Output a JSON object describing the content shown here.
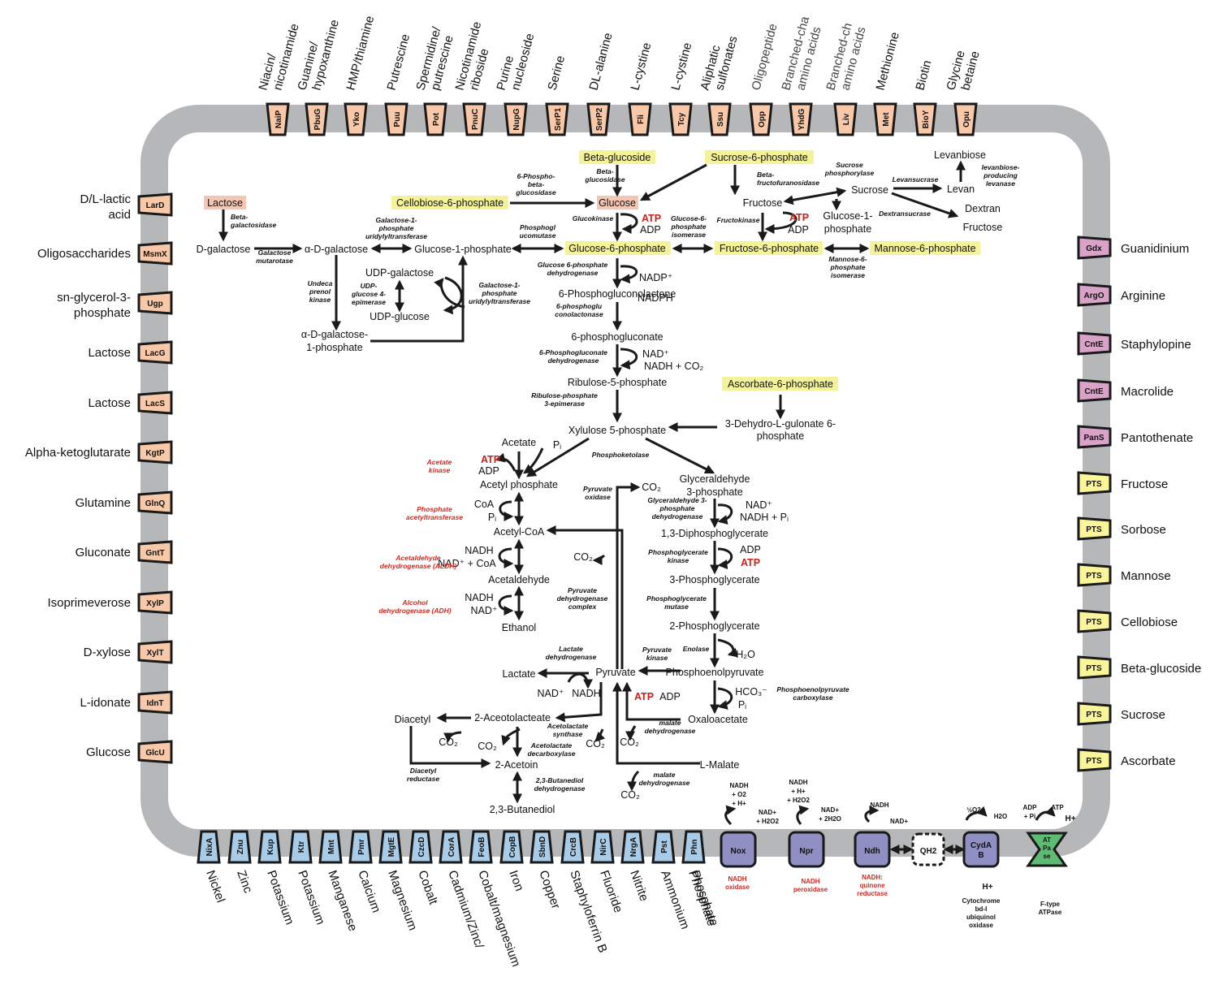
{
  "colors": {
    "membrane": "#b6b7b9",
    "importer_salmon": "#f8c8a8",
    "transporter_pink": "#dba2c9",
    "pts_yellow": "#fbf59a",
    "exporter_blue": "#a8cbe8",
    "complex_purple": "#8f8fc4",
    "atpase_green": "#5dbb74",
    "highlight_yellow": "#f4f39a",
    "highlight_pink": "#f4c6b4",
    "red_label": "#d0281e"
  },
  "top_transporters": [
    {
      "code": "NaiP",
      "substrate": [
        "Niacin/",
        "nicotinamide"
      ]
    },
    {
      "code": "PbuG",
      "substrate": [
        "Guanine/",
        "hypoxanthine"
      ]
    },
    {
      "code": "Yko",
      "substrate": [
        "HMP/thiamine"
      ]
    },
    {
      "code": "Puu",
      "substrate": [
        "Putrescine"
      ]
    },
    {
      "code": "Pot",
      "substrate": [
        "Spermidine/",
        "putrescine"
      ]
    },
    {
      "code": "PnuC",
      "substrate": [
        "Nicotinamide",
        "riboside"
      ]
    },
    {
      "code": "NupG",
      "substrate": [
        "Purine",
        "nucleoside"
      ]
    },
    {
      "code": "SerP1",
      "substrate": [
        "Serine"
      ]
    },
    {
      "code": "SerP2",
      "substrate": [
        "DL-alanine"
      ]
    },
    {
      "code": "Fli",
      "substrate": [
        "L-cystine"
      ]
    },
    {
      "code": "Tcy",
      "substrate": [
        "L-cystine"
      ]
    },
    {
      "code": "Ssu",
      "substrate": [
        "Aliphatic",
        "sulfonates"
      ]
    },
    {
      "code": "Opp",
      "substrate": [
        "Oligopeptide"
      ]
    },
    {
      "code": "YhdG",
      "substrate": [
        "Branched-cha",
        "amino acids"
      ]
    },
    {
      "code": "Liv",
      "substrate": [
        "Branched-ch",
        "amino acids"
      ]
    },
    {
      "code": "Met",
      "substrate": [
        "Methionine"
      ]
    },
    {
      "code": "BioY",
      "substrate": [
        "Biotin"
      ]
    },
    {
      "code": "Opu",
      "substrate": [
        "Glycine",
        "betaine"
      ]
    }
  ],
  "left_transporters": [
    {
      "code": "LarD",
      "substrate": [
        "D/L-lactic",
        "acid"
      ]
    },
    {
      "code": "MsmX",
      "substrate": [
        "Oligosaccharides"
      ]
    },
    {
      "code": "Ugp",
      "substrate": [
        "sn-glycerol-3-",
        "phosphate"
      ]
    },
    {
      "code": "LacG",
      "substrate": [
        "Lactose"
      ]
    },
    {
      "code": "LacS",
      "substrate": [
        "Lactose"
      ]
    },
    {
      "code": "KgtP",
      "substrate": [
        "Alpha-ketoglutarate"
      ]
    },
    {
      "code": "GlnQ",
      "substrate": [
        "Glutamine"
      ]
    },
    {
      "code": "GntT",
      "substrate": [
        "Gluconate"
      ]
    },
    {
      "code": "XylP",
      "substrate": [
        "Isoprimeverose"
      ]
    },
    {
      "code": "XylT",
      "substrate": [
        "D-xylose"
      ]
    },
    {
      "code": "IdnT",
      "substrate": [
        "L-idonate"
      ]
    },
    {
      "code": "GlcU",
      "substrate": [
        "Glucose"
      ]
    }
  ],
  "right_transporters": [
    {
      "code": "Gdx",
      "substrate": "Guanidinium"
    },
    {
      "code": "ArgO",
      "substrate": "Arginine"
    },
    {
      "code": "CntE",
      "substrate": "Staphylopine"
    },
    {
      "code": "CntE",
      "substrate": "Macrolide"
    },
    {
      "code": "PanS",
      "substrate": "Pantothenate"
    },
    {
      "code": "PTS",
      "substrate": "Fructose"
    },
    {
      "code": "PTS",
      "substrate": "Sorbose"
    },
    {
      "code": "PTS",
      "substrate": "Mannose"
    },
    {
      "code": "PTS",
      "substrate": "Cellobiose"
    },
    {
      "code": "PTS",
      "substrate": "Beta-glucoside"
    },
    {
      "code": "PTS",
      "substrate": "Sucrose"
    },
    {
      "code": "PTS",
      "substrate": "Ascorbate"
    }
  ],
  "bottom_transporters": [
    {
      "code": "NixA",
      "substrate": "Nickel"
    },
    {
      "code": "Znu",
      "substrate": "Zinc"
    },
    {
      "code": "Kup",
      "substrate": "Potassium"
    },
    {
      "code": "Ktr",
      "substrate": "Potassium"
    },
    {
      "code": "Mnt",
      "substrate": "Manganese"
    },
    {
      "code": "Pmr",
      "substrate": "Calcium"
    },
    {
      "code": "MgtE",
      "substrate": "Magnesium"
    },
    {
      "code": "CzcD",
      "substrate": "Cobalt"
    },
    {
      "code": "CorA",
      "substrate": "Cadmium/Zinc/"
    },
    {
      "code": "FeoB",
      "substrate": "Cobalt/magnesium"
    },
    {
      "code": "CopB",
      "substrate": "Iron"
    },
    {
      "code": "SbnD",
      "substrate": "Copper"
    },
    {
      "code": "CrcB",
      "substrate": "Staphyloferrin B"
    },
    {
      "code": "NirC",
      "substrate": "Fluoride"
    },
    {
      "code": "NrgA",
      "substrate": "Nitrite"
    },
    {
      "code": "Pst",
      "substrate": "Ammonium"
    },
    {
      "code": "Phn",
      "substrate": "Phosphate"
    },
    {
      "extra": "Phosphate"
    }
  ],
  "complexes": {
    "nox": {
      "code": "Nox",
      "caption": [
        "NADH",
        "oxidase"
      ],
      "in": [
        "NADH",
        "+ O2",
        "+ H+"
      ],
      "out": [
        "NAD+",
        "+ H2O2"
      ]
    },
    "npr": {
      "code": "Npr",
      "caption": [
        "NADH",
        "peroxidase"
      ],
      "in": [
        "NADH",
        "+ H+",
        "+ H2O2"
      ],
      "out": [
        "NAD+",
        "+ 2H2O"
      ]
    },
    "ndh": {
      "code": "Ndh",
      "caption": [
        "NADH:",
        "quinone",
        "reductase"
      ],
      "in": [
        "NADH"
      ],
      "out": [
        "NAD+"
      ]
    },
    "qh2": {
      "code": "QH2"
    },
    "cyd": {
      "code": [
        "CydA",
        "B"
      ],
      "caption": [
        "Cytochrome",
        "bd-I",
        "ubiquinol",
        "oxidase"
      ],
      "in": [
        "½O2"
      ],
      "out": [
        "H2O"
      ],
      "proton": "H+"
    },
    "atpase": {
      "code": [
        "AT",
        "Pa",
        "se"
      ],
      "caption": [
        "F-type",
        "ATPase"
      ],
      "in": [
        "ADP",
        "+ Pi"
      ],
      "out": [
        "ATP"
      ],
      "proton": "H+"
    }
  },
  "metabolites": {
    "lactose": "Lactose",
    "d_galactose": "D-galactose",
    "a_d_galactose": "α-D-galactose",
    "glucose_1_p": "Glucose-1-phosphate",
    "udp_galactose": "UDP-galactose",
    "udp_glucose": "UDP-glucose",
    "a_d_gal_1p_1": "α-D-galactose-",
    "a_d_gal_1p_2": "1-phosphate",
    "cellobiose_6p": "Cellobiose-6-phosphate",
    "beta_glucoside": "Beta-glucoside",
    "glucose": "Glucose",
    "sucrose_6p": "Sucrose-6-phosphate",
    "fructose": "Fructose",
    "sucrose": "Sucrose",
    "levanbiose": "Levanbiose",
    "levan": "Levan",
    "dextran": "Dextran",
    "fructose2": "Fructose",
    "glucose_1p_b1": "Glucose-1-",
    "glucose_1p_b2": "phosphate",
    "glucose_6p": "Glucose-6-phosphate",
    "fructose_6p": "Fructose-6-phosphate",
    "mannose_6p": "Mannose-6-phosphate",
    "pgl": "6-Phosphogluconolactone",
    "pgn": "6-phosphogluconate",
    "ru5p": "Ribulose-5-phosphate",
    "asc6p": "Ascorbate-6-phosphate",
    "dkg_1": "3-Dehydro-L-gulonate 6-",
    "dkg_2": "phosphate",
    "x5p": "Xylulose 5-phosphate",
    "acetate": "Acetate",
    "acetyl_p": "Acetyl phosphate",
    "coa": "CoA",
    "acetyl_coa": "Acetyl-CoA",
    "nadh": "NADH",
    "nad_coa": "NAD⁺ + CoA",
    "acetaldehyde": "Acetaldehyde",
    "nadh2": "NADH",
    "nad2": "NAD⁺",
    "ethanol": "Ethanol",
    "g3p_1": "Glyceraldehyde",
    "g3p_2": "3-phosphate",
    "bpg": "1,3-Diphosphoglycerate",
    "pg3": "3-Phosphoglycerate",
    "pg2": "2-Phosphoglycerate",
    "h2o": "H₂O",
    "pep": "Phosphoenolpyruvate",
    "hco3": "HCO₃⁻",
    "pi": "Pᵢ",
    "oaa": "Oxaloacetate",
    "l_malate": "L-Malate",
    "lactate": "Lactate",
    "pyruvate": "Pyruvate",
    "nad3": "NAD⁺",
    "nadh3": "NADH",
    "diacetyl": "Diacetyl",
    "acetolactate": "2-Aceotolacteate",
    "acetoin": "2-Acetoin",
    "butanediol": "2,3-Butanediol",
    "co2": "CO₂",
    "adp": "ADP",
    "atp": "ATP",
    "nadph": "NADPH",
    "nadp": "NADP⁺",
    "nad": "NAD⁺",
    "nadh_co2": "NADH + CO₂",
    "nadh_pi": "NADH + Pᵢ"
  },
  "enzymes": {
    "beta_gal": [
      "Beta-",
      "galactosidase"
    ],
    "gal_mut": [
      "Galactose",
      "mutarotase"
    ],
    "galt1": [
      "Galactose-1-",
      "phosphate",
      "uridylyltransferase"
    ],
    "galt2": [
      "Galactose-1-",
      "phosphate",
      "uridylyltransferase"
    ],
    "udp_epi": [
      "UDP-",
      "glucose 4-",
      "epimerase"
    ],
    "undeca": [
      "Undeca",
      "prenol",
      "kinase"
    ],
    "p6bg": [
      "6-Phospho-",
      "beta-",
      "glucosidase"
    ],
    "bg": [
      "Beta-",
      "glucosidase"
    ],
    "pgm": [
      "Phosphogl",
      "ucomutase"
    ],
    "glk": [
      "Glucokinase"
    ],
    "pgi": [
      "Glucose-6-",
      "phosphate",
      "isomerase"
    ],
    "bff": [
      "Beta-",
      "fructofuranosidase"
    ],
    "fk": [
      "Fructokinase"
    ],
    "sp": [
      "Sucrose",
      "phosphorylase"
    ],
    "levs": [
      "Levansucrase"
    ],
    "lev": [
      "levanbiose-",
      "producing",
      "levanase"
    ],
    "dex": [
      "Dextransucrase"
    ],
    "mpi": [
      "Mannose-6-",
      "phosphate",
      "isomerase"
    ],
    "g6pd": [
      "Glucose 6-phosphate",
      "dehydrogenase"
    ],
    "pgl": [
      "6-phosphoglu",
      "conolactonase"
    ],
    "pgd": [
      "6-Phosphogluconate",
      "dehydrogenase"
    ],
    "rpe": [
      "Ribulose-phosphate",
      "3-epimerase"
    ],
    "pk": [
      "Phosphoketolase"
    ],
    "pox": [
      "Pyruvate",
      "oxidase"
    ],
    "gapdh": [
      "Glyceraldehyde 3-",
      "phosphate",
      "dehydrogenase"
    ],
    "pgk": [
      "Phosphoglycerate",
      "kinase"
    ],
    "pgam": [
      "Phosphoglycerate",
      "mutase"
    ],
    "eno": [
      "Enolase"
    ],
    "pyk": [
      "Pyruvate",
      "kinase"
    ],
    "ppc": [
      "Phosphoenolpyruvate",
      "carboxylase"
    ],
    "pdh": [
      "Pyruvate",
      "dehydrogenase",
      "complex"
    ],
    "ldh": [
      "Lactate",
      "dehydrogenase"
    ],
    "mdh1": [
      "malate",
      "dehydrogenase"
    ],
    "mdh2": [
      "malate",
      "dehydrogenase"
    ],
    "als": [
      "Acetolactate",
      "synthase"
    ],
    "ald": [
      "Acetolactate",
      "decarboxylase"
    ],
    "dar": [
      "Diacetyl",
      "reductase"
    ],
    "bdh": [
      "2,3-Butanediol",
      "dehydrogenase"
    ],
    "ack": [
      "Acetate",
      "kinase"
    ],
    "pta": [
      "Phosphate",
      "acetyltransferase"
    ],
    "aldh": [
      "Acetaldehyde",
      "dehydrogenase (ALDH)"
    ],
    "adh": [
      "Alcohol",
      "dehydrogenase (ADH)"
    ]
  }
}
